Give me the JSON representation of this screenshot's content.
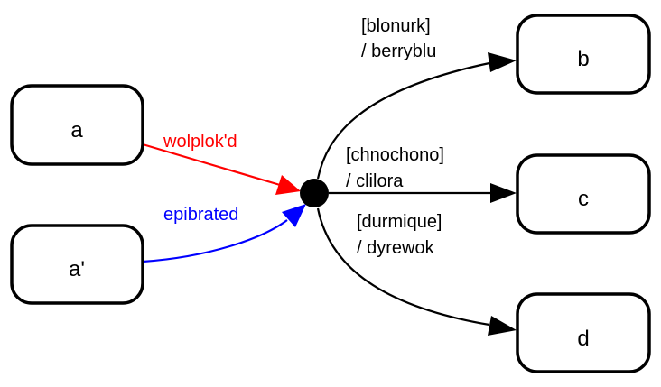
{
  "diagram": {
    "states": [
      {
        "id": "a",
        "label": "a"
      },
      {
        "id": "a_prime",
        "label": "a'"
      },
      {
        "id": "b",
        "label": "b"
      },
      {
        "id": "c",
        "label": "c"
      },
      {
        "id": "d",
        "label": "d"
      }
    ],
    "junction": {
      "id": "choice",
      "color": "#000000"
    },
    "transitions": [
      {
        "from": "a",
        "to": "choice",
        "label": "wolplok'd",
        "color": "#ff0000"
      },
      {
        "from": "a_prime",
        "to": "choice",
        "label": "epibrated",
        "color": "#0000ff"
      },
      {
        "from": "choice",
        "to": "b",
        "guard": "[blonurk]",
        "action": "/ berryblu",
        "color": "#000000"
      },
      {
        "from": "choice",
        "to": "c",
        "guard": "[chnochono]",
        "action": "/ clilora",
        "color": "#000000"
      },
      {
        "from": "choice",
        "to": "d",
        "guard": "[durmique]",
        "action": "/ dyrewok",
        "color": "#000000"
      }
    ]
  }
}
